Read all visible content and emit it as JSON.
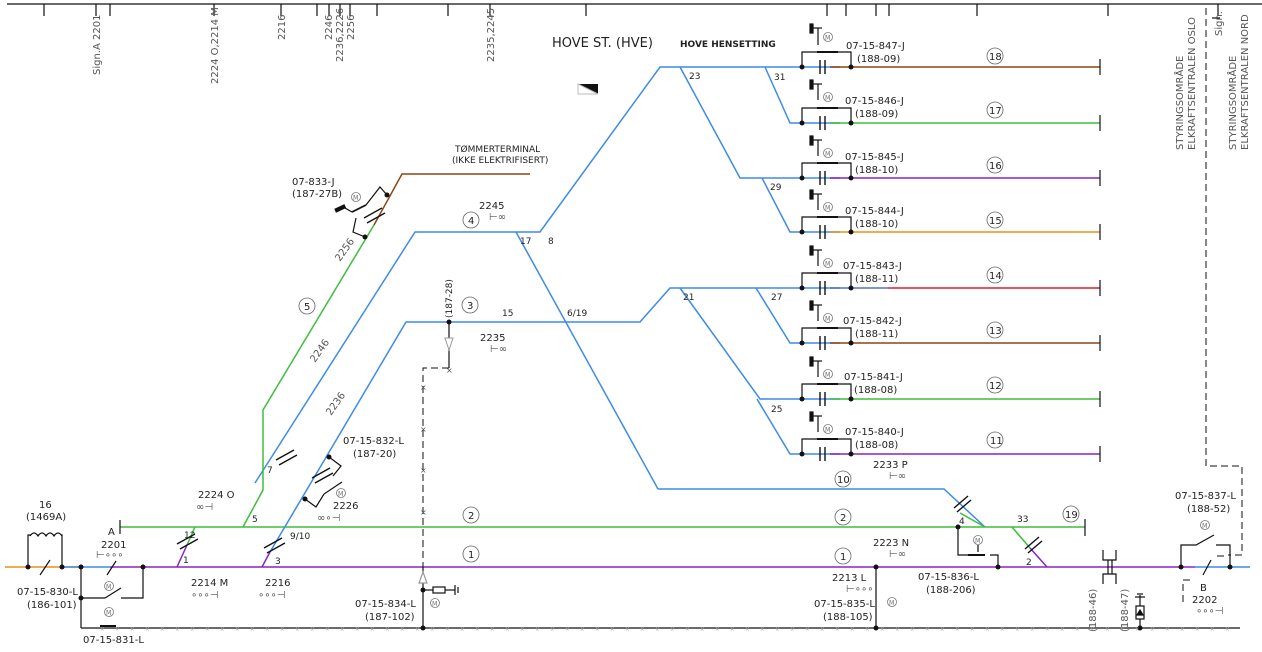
{
  "title": "HOVE ST. (HVE)",
  "subtitle": "HOVE HENSETTING",
  "colors": {
    "track_blue": "#3d8be8",
    "track_green": "#3cbf3c",
    "track_purple": "#8a22c9",
    "track_brown": "#8b4513",
    "track_orange": "#e8901c",
    "track_red": "#d81e2a",
    "track_slate": "#5a6fc0",
    "wire_black": "#111111"
  },
  "top_ruler_labels": [
    {
      "id": "sign-a-2201",
      "text": "Sign.A 2201"
    },
    {
      "id": "2224-o-2214-m",
      "text": "2224 O,2214 M"
    },
    {
      "id": "2216",
      "text": "2216"
    },
    {
      "id": "2246",
      "text": "2246"
    },
    {
      "id": "2236-2226",
      "text": "2236,2226"
    },
    {
      "id": "2256",
      "text": "2256"
    },
    {
      "id": "2235-2245",
      "text": "2235,2245"
    },
    {
      "id": "sign",
      "text": "Sign."
    }
  ],
  "control_areas": {
    "oslo_line1": "STYRINGSOMRÅDE",
    "oslo_line2": "ELKRAFTSENTRALEN OSLO",
    "nord_line1": "STYRINGSOMRÅDE",
    "nord_line2": "ELKRAFTSENTRALEN NORD"
  },
  "timber_terminal": {
    "line1": "TØMMERTERMINAL",
    "line2": "(IKKE ELEKTRIFISERT)"
  },
  "tracks": [
    {
      "number": "1",
      "color": "track_purple"
    },
    {
      "number": "2",
      "color": "track_green"
    },
    {
      "number": "3",
      "color": "track_blue"
    },
    {
      "number": "4",
      "color": "track_blue"
    },
    {
      "number": "5",
      "color": "track_green"
    },
    {
      "number": "10",
      "color": "track_blue"
    },
    {
      "number": "11",
      "color": "track_purple"
    },
    {
      "number": "12",
      "color": "track_green"
    },
    {
      "number": "13",
      "color": "track_brown"
    },
    {
      "number": "14",
      "color": "track_red"
    },
    {
      "number": "15",
      "color": "track_orange"
    },
    {
      "number": "16",
      "color": "track_purple"
    },
    {
      "number": "17",
      "color": "track_green"
    },
    {
      "number": "18",
      "color": "track_brown"
    },
    {
      "number": "19",
      "color": "track_green"
    }
  ],
  "switches": [
    "1",
    "2",
    "3",
    "4",
    "5",
    "7",
    "8",
    "9/10",
    "12",
    "15",
    "17",
    "21",
    "23",
    "25",
    "27",
    "29",
    "31",
    "33",
    "6/19"
  ],
  "signals": [
    {
      "id": "2245",
      "text": "2245"
    },
    {
      "id": "2235",
      "text": "2235"
    },
    {
      "id": "2256",
      "text": "2256"
    },
    {
      "id": "2246",
      "text": "2246"
    },
    {
      "id": "2236",
      "text": "2236"
    },
    {
      "id": "2224-o",
      "text": "2224 O"
    },
    {
      "id": "2226",
      "text": "2226"
    },
    {
      "id": "2201",
      "text": "2201"
    },
    {
      "id": "sign-a",
      "text": "A"
    },
    {
      "id": "2214-m",
      "text": "2214 M"
    },
    {
      "id": "2216",
      "text": "2216"
    },
    {
      "id": "2233-p",
      "text": "2233 P"
    },
    {
      "id": "2223-n",
      "text": "2223 N"
    },
    {
      "id": "2213-l",
      "text": "2213 L"
    },
    {
      "id": "sign-b",
      "text": "B"
    },
    {
      "id": "2202",
      "text": "2202"
    }
  ],
  "disconnectors": [
    {
      "id": "07-15-847-J",
      "ref": "(188-09)"
    },
    {
      "id": "07-15-846-J",
      "ref": "(188-09)"
    },
    {
      "id": "07-15-845-J",
      "ref": "(188-10)"
    },
    {
      "id": "07-15-844-J",
      "ref": "(188-10)"
    },
    {
      "id": "07-15-843-J",
      "ref": "(188-11)"
    },
    {
      "id": "07-15-842-J",
      "ref": "(188-11)"
    },
    {
      "id": "07-15-841-J",
      "ref": "(188-08)"
    },
    {
      "id": "07-15-840-J",
      "ref": "(188-08)"
    },
    {
      "id": "07-833-J",
      "ref": "(187-27B)"
    },
    {
      "id": "07-15-832-L",
      "ref": "(187-20)"
    },
    {
      "id": "07-15-830-L",
      "ref": "(186-101)"
    },
    {
      "id": "07-15-831-L",
      "ref": ""
    },
    {
      "id": "07-15-834-L",
      "ref": "(187-102)"
    },
    {
      "id": "07-15-835-L",
      "ref": "(188-105)"
    },
    {
      "id": "07-15-836-L",
      "ref": "(188-206)"
    },
    {
      "id": "07-15-837-L",
      "ref": "(188-52)"
    }
  ],
  "transformer": {
    "number": "16",
    "ref": "(1469A)"
  },
  "misc_refs": {
    "r187_28": "(187-28)",
    "r188_46": "(188-46)",
    "r188_47": "(188-47)"
  },
  "motor_label": "M"
}
